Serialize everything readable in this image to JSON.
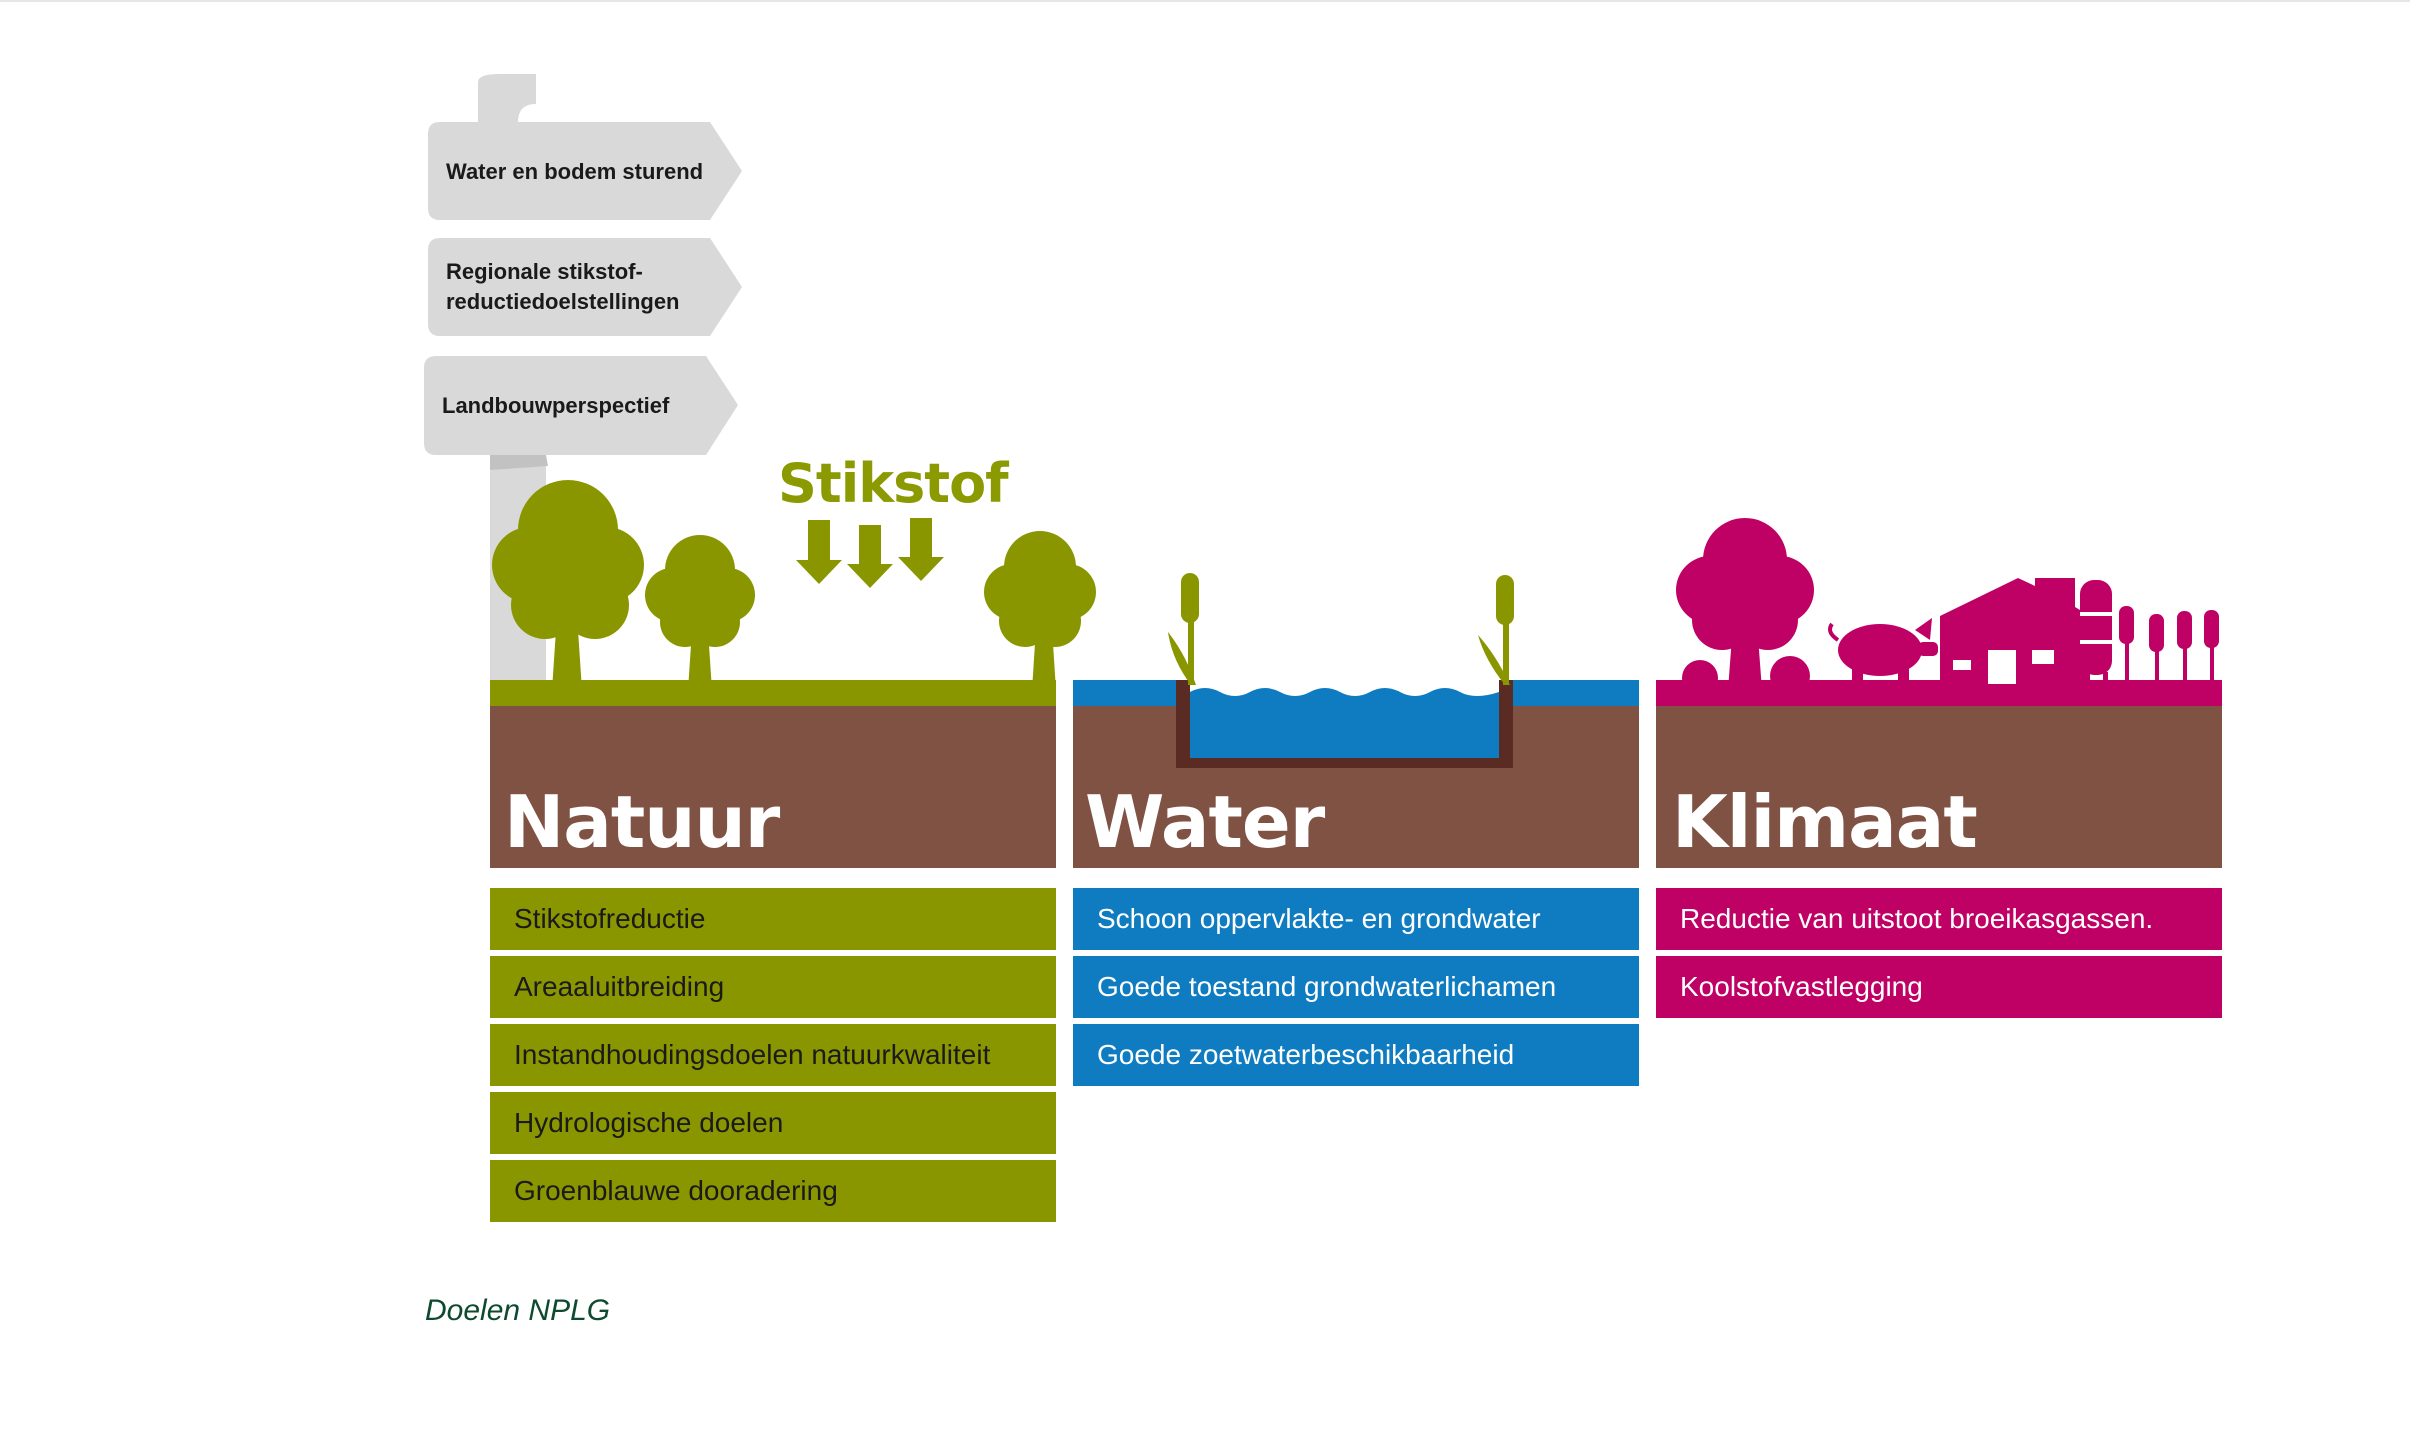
{
  "signpost": {
    "signs": [
      "Water en bodem sturend",
      "Regionale stikstof-\nreductiedoelstellingen",
      "Landbouwperspectief"
    ]
  },
  "stikstof_label": "Stikstof",
  "colors": {
    "natuur": "#8a9600",
    "water": "#0f7cc1",
    "klimaat": "#bf0064",
    "soil": "#7f5244",
    "sign": "#d9d9d9",
    "caption": "#0d4a2f"
  },
  "categories": [
    {
      "title": "Natuur",
      "goals": [
        "Stikstofreductie",
        "Areaaluitbreiding",
        "Instandhoudingsdoelen natuurkwaliteit",
        "Hydrologische doelen",
        "Groenblauwe dooradering"
      ]
    },
    {
      "title": "Water",
      "goals": [
        "Schoon oppervlakte- en grondwater",
        "Goede toestand grondwaterlichamen",
        "Goede zoetwaterbeschikbaarheid"
      ]
    },
    {
      "title": "Klimaat",
      "goals": [
        "Reductie van uitstoot broeikasgassen.",
        "Koolstofvastlegging"
      ]
    }
  ],
  "caption": "Doelen NPLG"
}
